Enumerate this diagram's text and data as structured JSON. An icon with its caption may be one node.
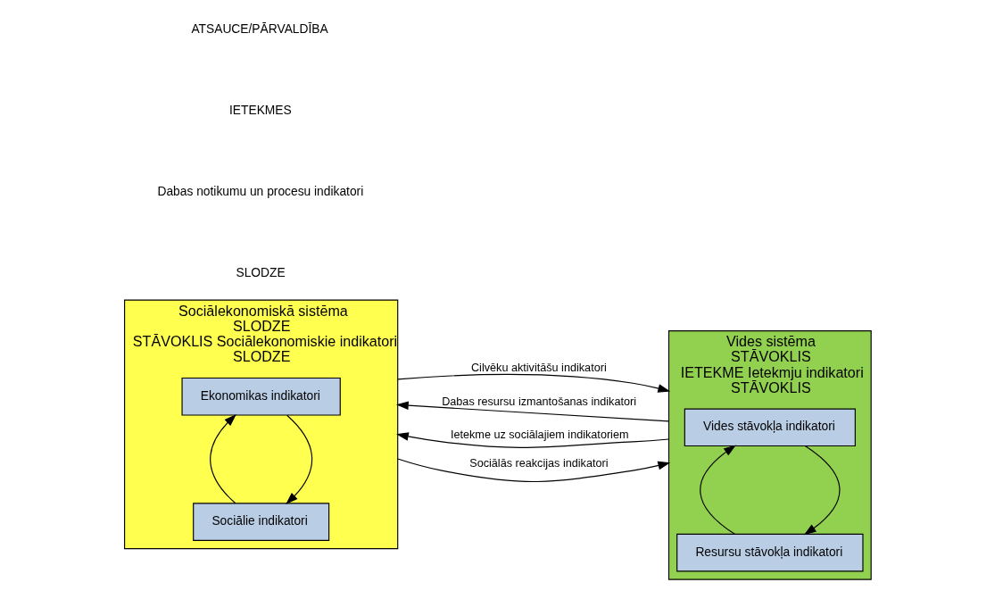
{
  "diagram": {
    "nodes": [
      {
        "text": [
          "Sociālekonomiskā sistēma",
          "SLODZE",
          "STĀVOKLIS Sociālekonomiskie indikatori",
          "SLODZE"
        ]
      },
      {
        "text": [
          "Ekonomikas indikatori"
        ],
        "in": 0
      },
      {
        "text": [
          "Sociālie indikatori"
        ],
        "in": 0
      },
      {
        "text": [
          "Vides sistēma",
          "STĀVOKLIS",
          "IETEKME Ietekmju indikatori",
          "STĀVOKLIS"
        ]
      },
      {
        "text": [
          "Vides stāvokļa indikatori"
        ],
        "in": 3
      },
      {
        "text": [
          "Resursu stāvokļa indikatori"
        ],
        "in": 3
      }
    ],
    "edges": [
      {
        "from": 1,
        "to": 2,
        "arrow": "to"
      },
      {
        "from": 2,
        "to": 1,
        "arrow": "to"
      },
      {
        "from": 4,
        "to": 5,
        "arrow": "to"
      },
      {
        "from": 5,
        "to": 4,
        "arrow": "to"
      },
      {
        "from": 0,
        "to": 3,
        "arrow": "to",
        "label": "Cilvēku aktivitāšu indikatori"
      },
      {
        "from": 3,
        "to": 0,
        "arrow": "to",
        "label": "Dabas resursu izmantošanas indikatori"
      },
      {
        "from": 3,
        "to": 0,
        "arrow": "to",
        "label": "Ietekme uz sociālajiem indikatoriem"
      },
      {
        "from": 0,
        "to": 3,
        "arrow": "to",
        "label": "Sociālās reakcijas indikatori"
      }
    ],
    "labels": [
      "SLODZE",
      "Dabas notikumu un procesu indikatori",
      "IETEKMES",
      "ATSAUCE/PĀRVALDĪBA"
    ]
  }
}
